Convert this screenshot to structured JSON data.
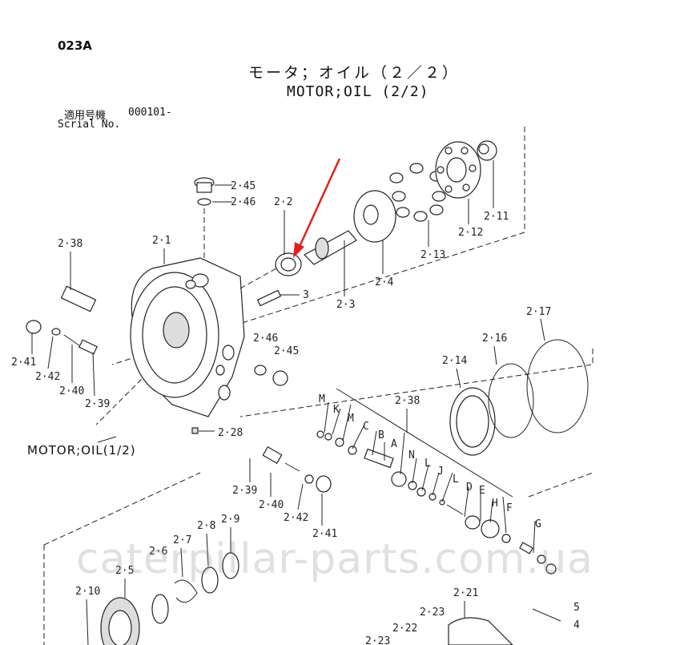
{
  "header": {
    "page_code": "023A",
    "title_jp": "モータ；オイル（２／２）",
    "title_en": "MOTOR;OIL (2/2)",
    "serial_label_jp": "適用号機",
    "serial_value": "000101-",
    "serial_label_en": "Scrial No."
  },
  "reference": "MOTOR;OIL(1/2)",
  "watermark": "caterpillar-parts.com.ua",
  "callouts": {
    "p245a": "2·45",
    "p246a": "2·46",
    "p22": "2·2",
    "p21": "2·1",
    "p238a": "2·38",
    "p3": "3",
    "p23": "2·3",
    "p24": "2·4",
    "p213": "2·13",
    "p212": "2·12",
    "p211": "2·11",
    "p246b": "2·46",
    "p245b": "2·45",
    "p241a": "2·41",
    "p242a": "2·42",
    "p240a": "2·40",
    "p239a": "2·39",
    "p217": "2·17",
    "p216": "2·16",
    "p214": "2·14",
    "p238b": "2·38",
    "p228": "2·28",
    "p239b": "2·39",
    "p240b": "2·40",
    "p242b": "2·42",
    "p241b": "2·41",
    "p26": "2·6",
    "p27": "2·7",
    "p28": "2·8",
    "p29": "2·9",
    "p25": "2·5",
    "p210": "2·10",
    "p221": "2·21",
    "p223": "2·23",
    "p222": "2·22",
    "p220": "2·23",
    "p5": "5",
    "p4": "4"
  },
  "letters": [
    "M",
    "K",
    "M",
    "C",
    "B",
    "A",
    "N",
    "L",
    "J",
    "L",
    "D",
    "E",
    "H",
    "F",
    "G"
  ],
  "accent_color": "#e02020"
}
